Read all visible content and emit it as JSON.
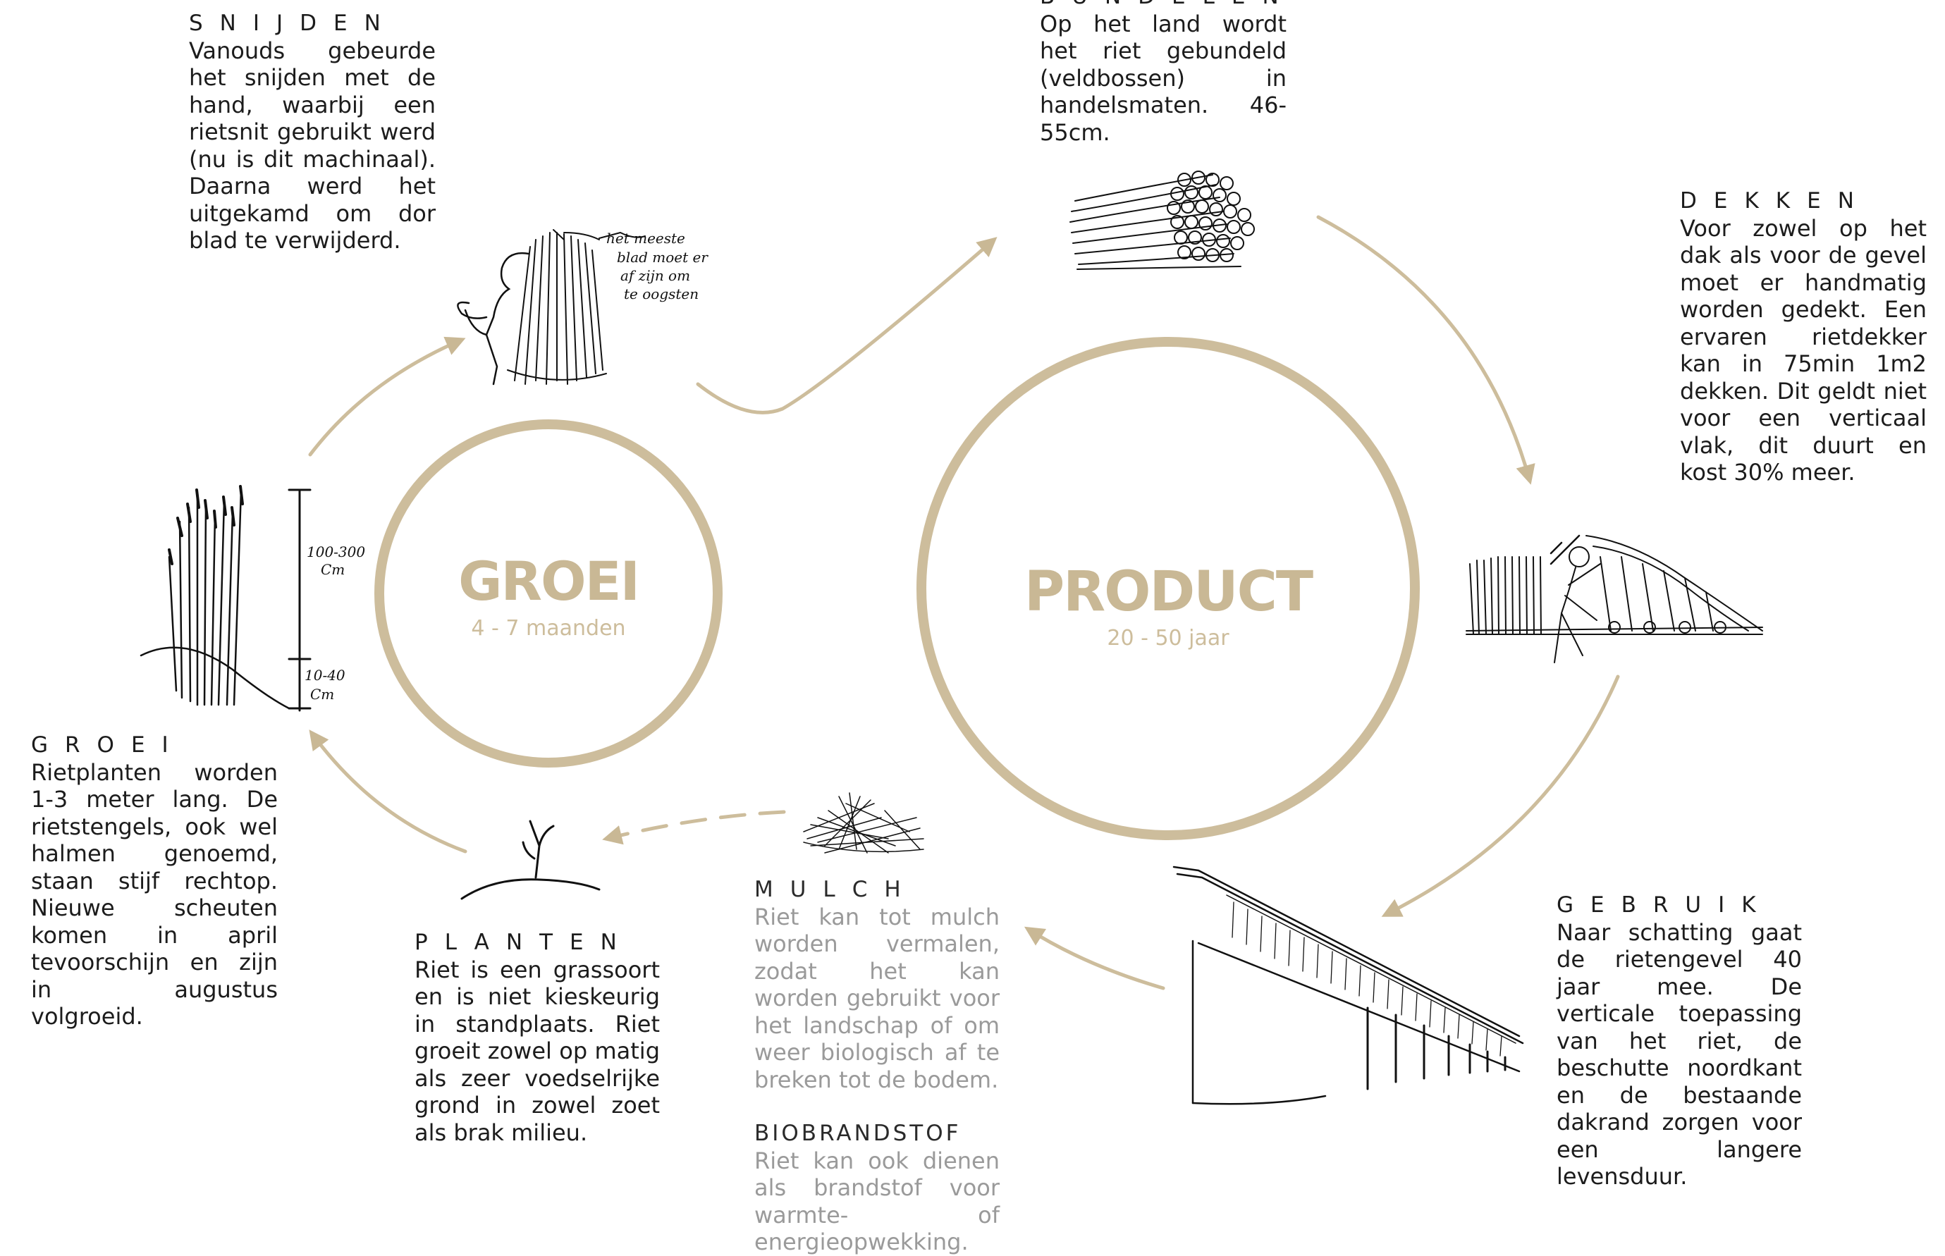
{
  "colors": {
    "accent": "#c9b895",
    "ink": "#1c1c1c",
    "muted": "#9a9a9a"
  },
  "cycles": {
    "groei": {
      "title": "GROEI",
      "duration": "4 - 7 maanden"
    },
    "product": {
      "title": "PRODUCT",
      "duration": "20 - 50 jaar"
    }
  },
  "steps": {
    "snijden": {
      "heading": "SNIJDEN",
      "body": "Vanouds gebeurde het snijden met de hand, waarbij een rietsnit gebruikt werd (nu is dit machinaal). Daarna werd het uitgekamd om dor blad te verwijderd."
    },
    "bundelen": {
      "heading": "BUNDELEN",
      "body": "Op het land wordt het riet gebundeld (veldbossen) in handelsmaten. 46-55cm."
    },
    "dekken": {
      "heading": "DEKKEN",
      "body": "Voor zowel op het dak als voor de gevel moet er handmatig worden gedekt. Een ervaren rietdekker kan in 75min 1m2 dekken. Dit geldt niet voor een verticaal vlak, dit duurt en kost 30% meer."
    },
    "gebruik": {
      "heading": "GEBRUIK",
      "body": "Naar schatting gaat de rietengevel 40 jaar mee. De verticale toepassing van het riet, de beschutte noordkant en de bestaande dakrand zorgen voor een langere levensduur."
    },
    "mulch": {
      "heading": "MULCH",
      "body": "Riet kan tot mulch worden vermalen, zodat het kan worden gebruikt voor het landschap of om weer biologisch af te breken tot de bodem."
    },
    "biobrandstof": {
      "heading": "BIOBRANDSTOF",
      "body": "Riet kan ook dienen als brandstof voor warmte- of energieopwekking."
    },
    "planten": {
      "heading": "PLANTEN",
      "body": "Riet is een grassoort en is niet kieskeurig in standplaats. Riet groeit zowel op matig als zeer voedselrijke grond in zowel zoet als brak milieu."
    },
    "groei": {
      "heading": "GROEI",
      "body": "Rietplanten worden 1-3 meter lang. De rietstengels, ook wel halmen genoemd, staan stijf rechtop. Nieuwe scheuten komen in april tevoorschijn en zijn in augustus volgroeid."
    }
  },
  "sketch_notes": {
    "snijden": "het meeste blad moet er af zijn om te oogsten",
    "groei_height_top": "100-300",
    "groei_height_top_unit": "Cm",
    "groei_height_bottom": "10-40",
    "groei_height_bottom_unit": "Cm"
  }
}
